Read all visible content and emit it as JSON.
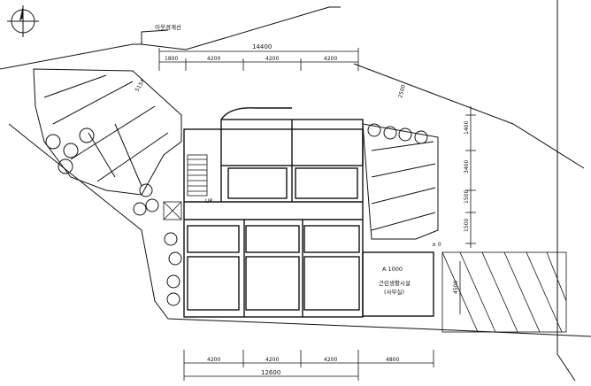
{
  "labels": {
    "boundary_note": "이웃경계선",
    "top_total": "14400",
    "top_segments": [
      "1800",
      "4200",
      "4200",
      "4200"
    ],
    "bottom_segments": [
      "4200",
      "4200",
      "4200",
      "4800"
    ],
    "bottom_total": "12600",
    "diag_dim": "5154",
    "right_dims": [
      "1400",
      "3400",
      "1500",
      "1500",
      "2500"
    ],
    "right_height": "4500",
    "room_area": "A 1000",
    "room_name": "근린생활시설",
    "room_use": "(사무실)",
    "elev_mark": "± 0",
    "small_mark": "UP"
  }
}
